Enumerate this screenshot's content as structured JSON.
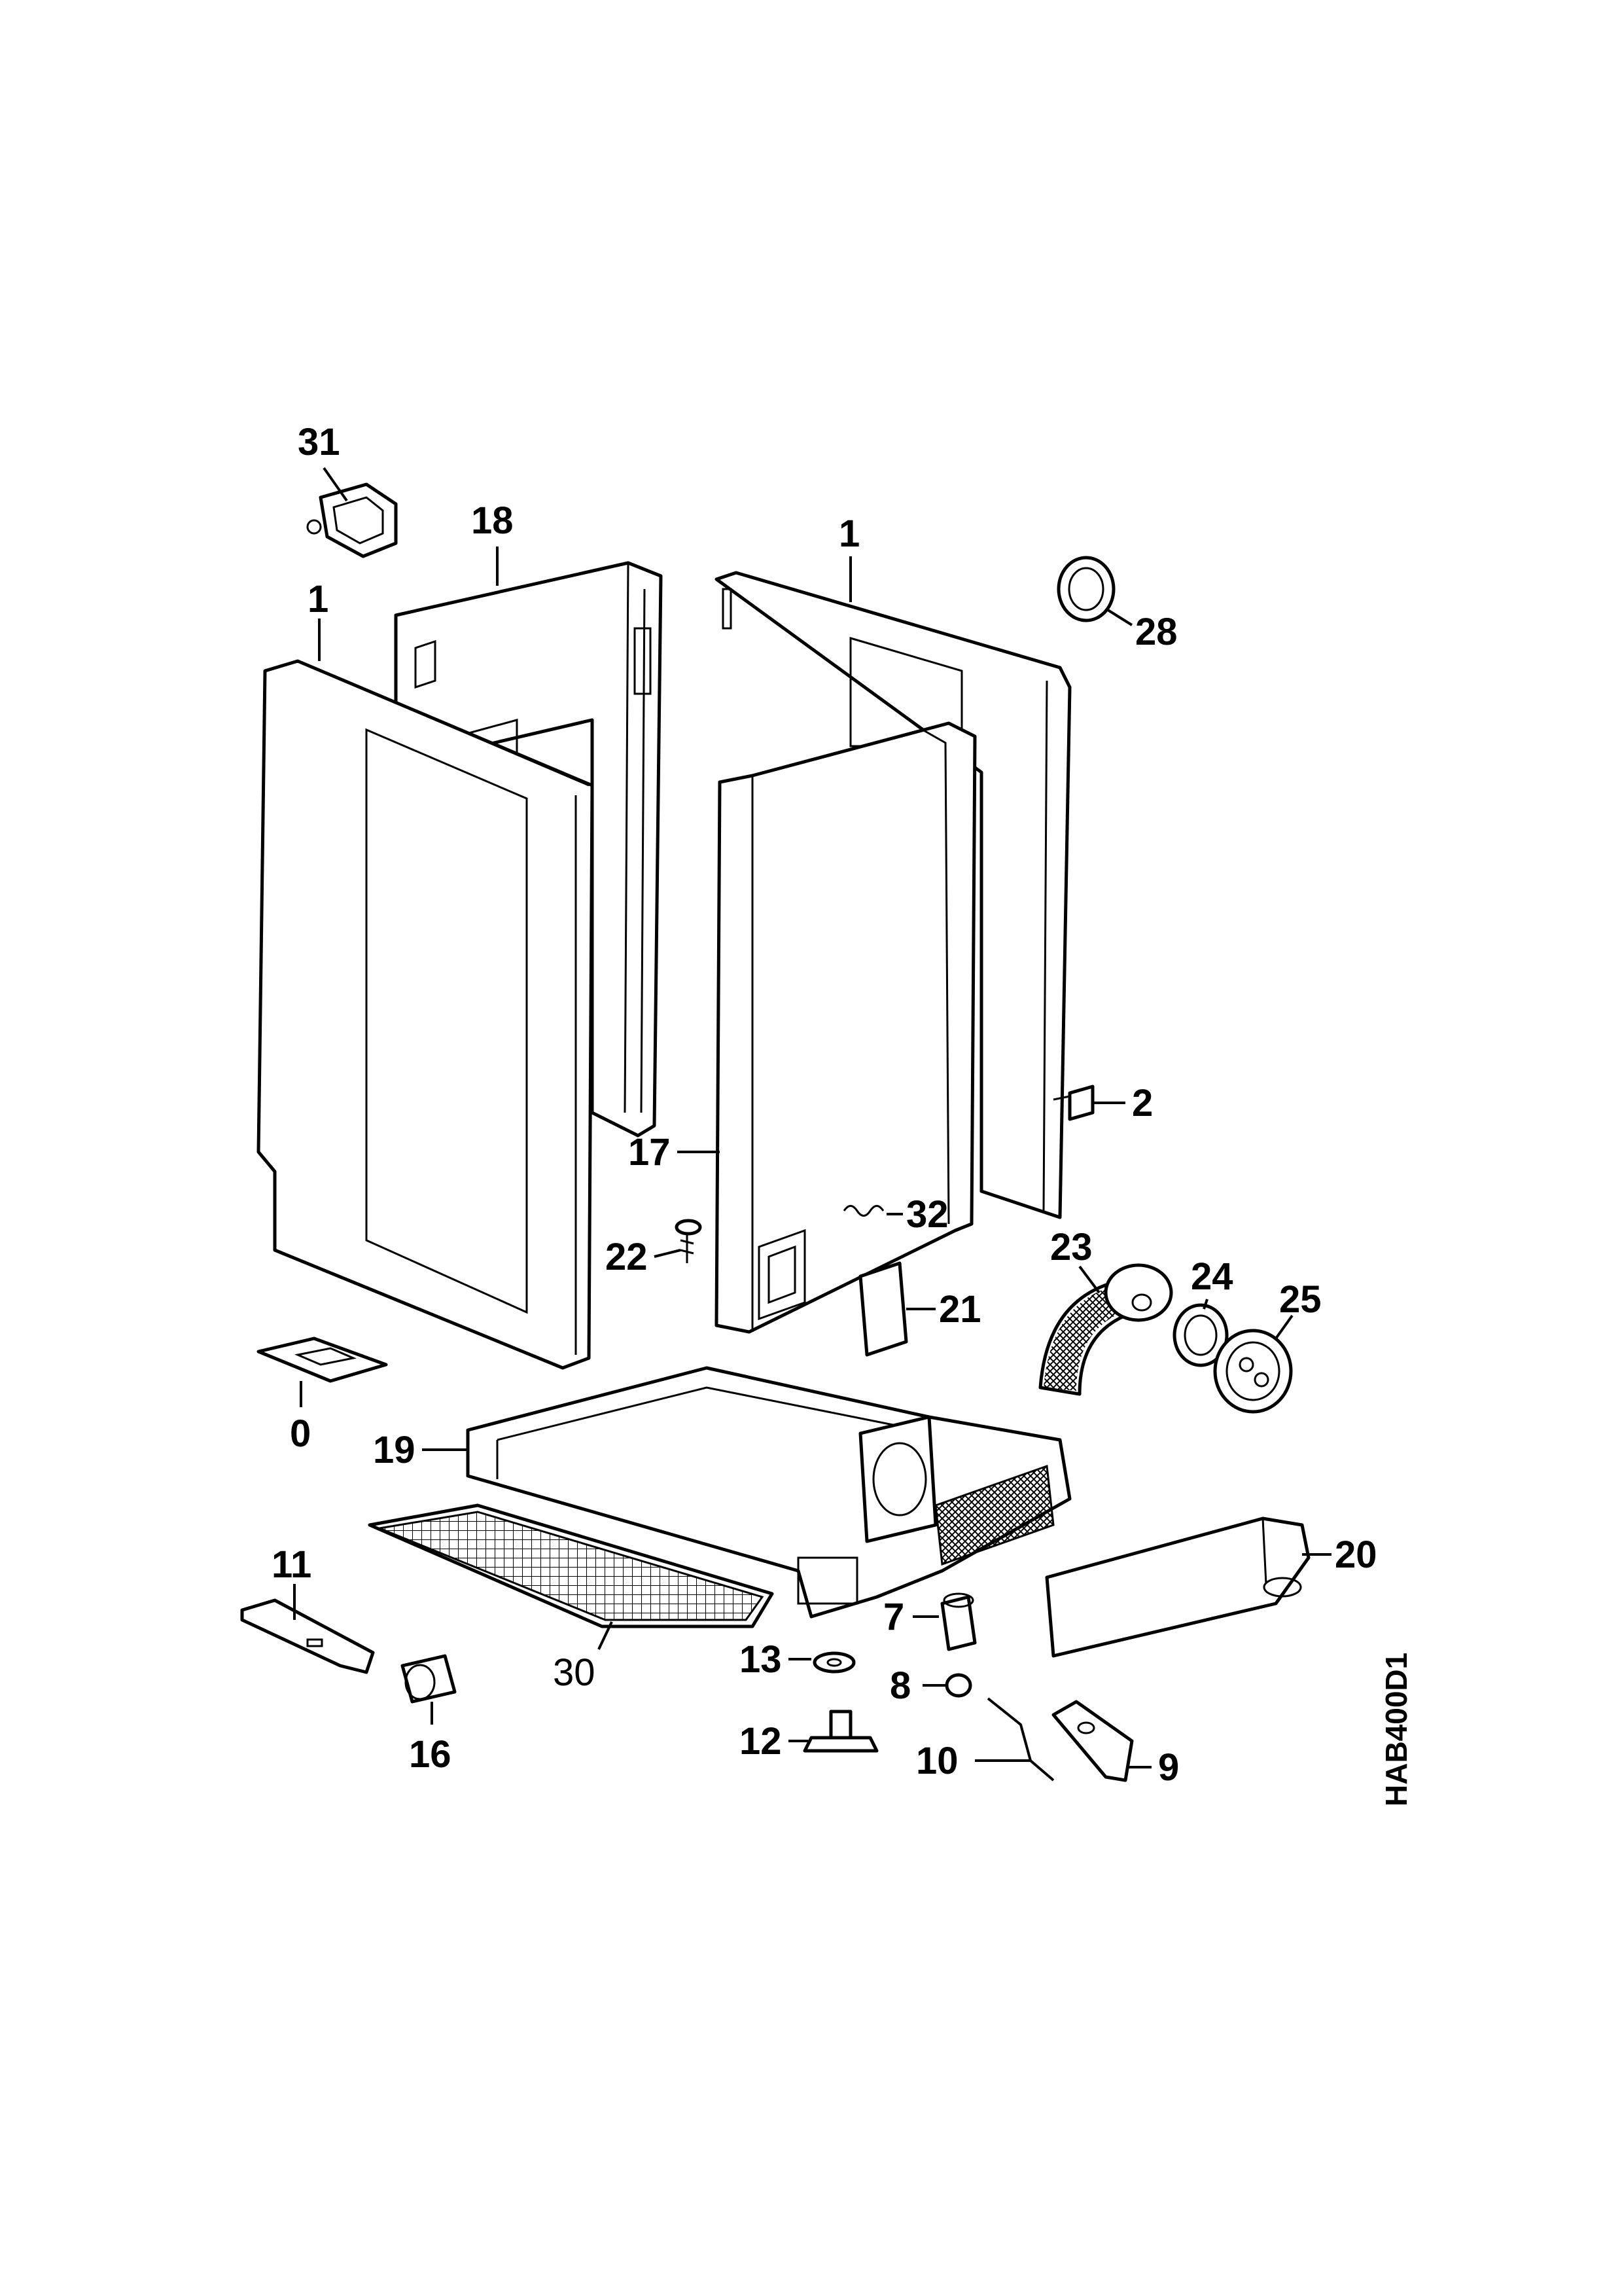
{
  "diagram": {
    "drawing_code": "HAB400D1",
    "labels": [
      {
        "id": "31",
        "text": "31"
      },
      {
        "id": "18",
        "text": "18"
      },
      {
        "id": "1a",
        "text": "1"
      },
      {
        "id": "1b",
        "text": "1"
      },
      {
        "id": "28",
        "text": "28"
      },
      {
        "id": "2",
        "text": "2"
      },
      {
        "id": "17",
        "text": "17"
      },
      {
        "id": "32",
        "text": "32"
      },
      {
        "id": "22",
        "text": "22"
      },
      {
        "id": "21",
        "text": "21"
      },
      {
        "id": "23",
        "text": "23"
      },
      {
        "id": "24",
        "text": "24"
      },
      {
        "id": "25",
        "text": "25"
      },
      {
        "id": "0",
        "text": "0"
      },
      {
        "id": "19",
        "text": "19"
      },
      {
        "id": "20",
        "text": "20"
      },
      {
        "id": "11",
        "text": "11"
      },
      {
        "id": "30",
        "text": "30"
      },
      {
        "id": "7",
        "text": "7"
      },
      {
        "id": "13",
        "text": "13"
      },
      {
        "id": "8",
        "text": "8"
      },
      {
        "id": "12",
        "text": "12"
      },
      {
        "id": "10",
        "text": "10"
      },
      {
        "id": "9",
        "text": "9"
      },
      {
        "id": "16",
        "text": "16"
      }
    ]
  }
}
